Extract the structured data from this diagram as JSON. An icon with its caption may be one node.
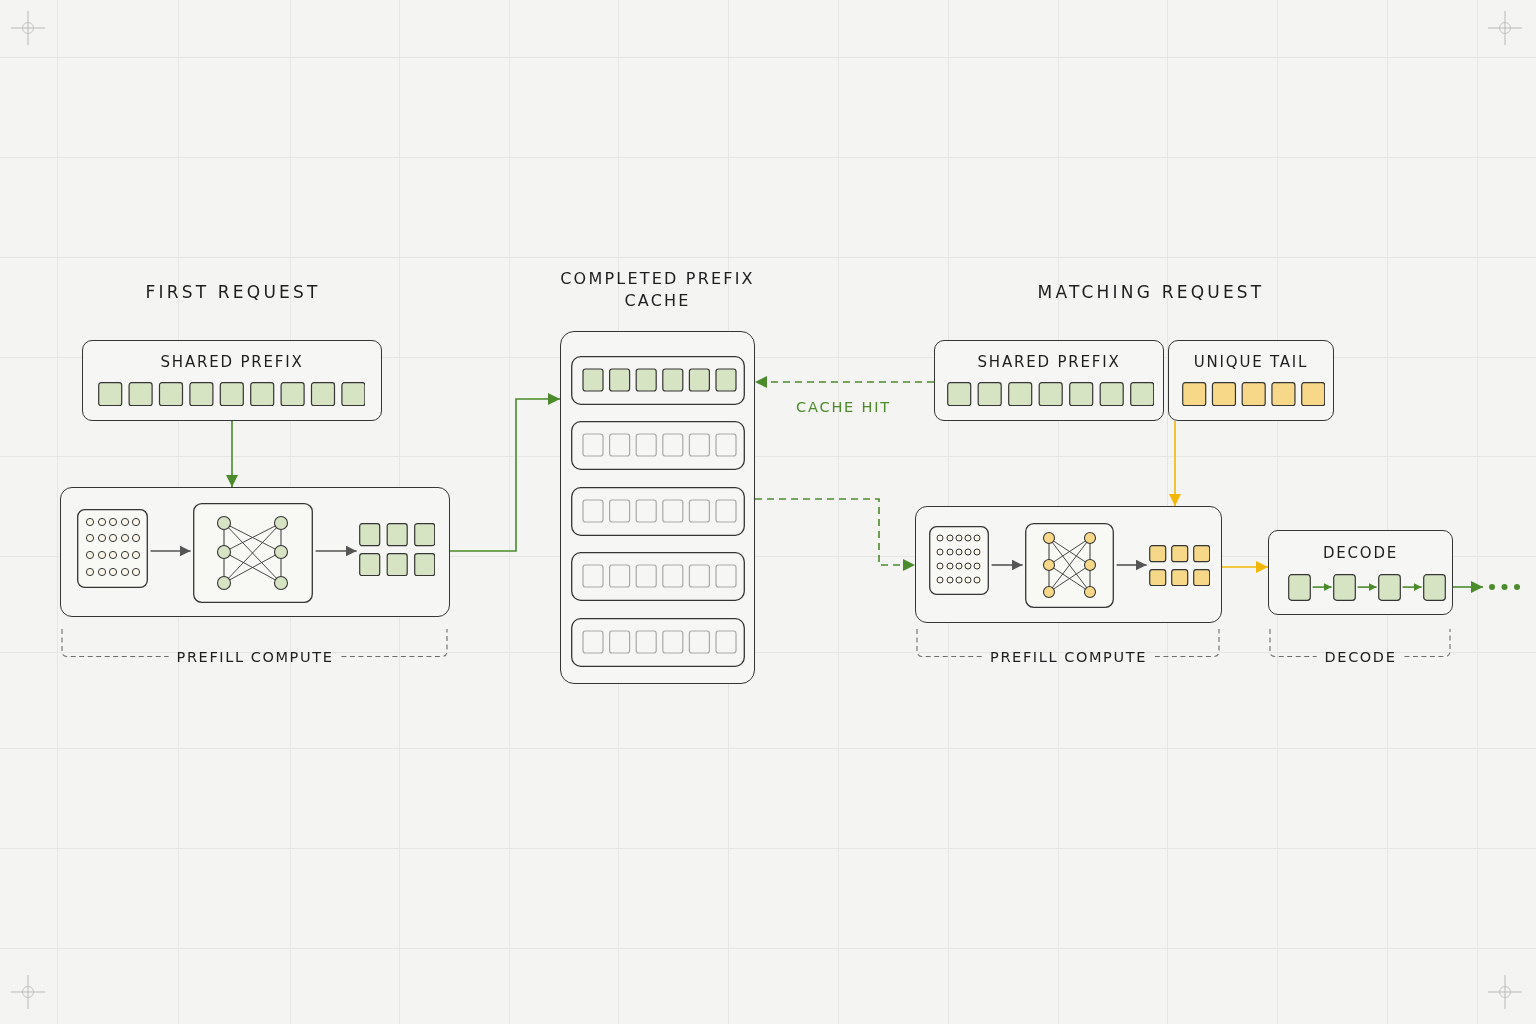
{
  "diagram": {
    "nodes": [
      {
        "text": [
          "SHARED PREFIX"
        ]
      },
      {
        "text": [],
        "shape": "box",
        "beside": [
          "PREFILL COMPUTE"
        ]
      },
      {
        "text": [],
        "shape": "box",
        "in": 1
      },
      {
        "text": [],
        "shape": "box",
        "in": 1
      },
      {
        "text": [],
        "shape": "box",
        "in": 1
      },
      {
        "text": [
          "COMPLETED PREFIX CACHE"
        ]
      },
      {
        "text": [],
        "shape": "box",
        "in": 5
      },
      {
        "text": [],
        "shape": "box",
        "in": 5
      },
      {
        "text": [],
        "shape": "box",
        "in": 5
      },
      {
        "text": [],
        "shape": "box",
        "in": 5
      },
      {
        "text": [],
        "shape": "box",
        "in": 5
      },
      {
        "text": [
          "SHARED PREFIX"
        ]
      },
      {
        "text": [
          "UNIQUE TAIL"
        ]
      },
      {
        "text": [],
        "shape": "box",
        "beside": [
          "PREFILL COMPUTE"
        ]
      },
      {
        "text": [],
        "shape": "box",
        "in": 13
      },
      {
        "text": [],
        "shape": "box",
        "in": 13
      },
      {
        "text": [],
        "shape": "box",
        "in": 13
      },
      {
        "text": [
          "DECODE"
        ],
        "beside": [
          "DECODE"
        ]
      },
      {
        "text": [],
        "shape": "box",
        "in": 17
      },
      {
        "text": [],
        "shape": "box",
        "in": 17
      },
      {
        "text": [],
        "shape": "box",
        "in": 17
      },
      {
        "text": [],
        "shape": "box",
        "in": 17
      }
    ],
    "edges": [
      {
        "from": 0,
        "to": 1,
        "arrow": "to"
      },
      {
        "from": 1,
        "to": 5,
        "arrow": "to"
      },
      {
        "from": 2,
        "to": 3,
        "arrow": "to",
        "color": "#555555"
      },
      {
        "from": 3,
        "to": 4,
        "arrow": "to",
        "color": "#555555"
      },
      {
        "from": 11,
        "to": 5,
        "arrow": "to",
        "label": "CACHE HIT",
        "style": "dashed"
      },
      {
        "from": 5,
        "to": 13,
        "arrow": "to",
        "style": "dashed"
      },
      {
        "from": 12,
        "to": 13,
        "arrow": "to",
        "color": "#f2b705"
      },
      {
        "from": 14,
        "to": 15,
        "arrow": "to",
        "color": "#555555"
      },
      {
        "from": 15,
        "to": 16,
        "arrow": "to",
        "color": "#555555"
      },
      {
        "from": 13,
        "to": 17,
        "arrow": "to",
        "color": "#f2b705"
      },
      {
        "from": 18,
        "to": 19,
        "arrow": "to"
      },
      {
        "from": 19,
        "to": 20,
        "arrow": "to"
      },
      {
        "from": 20,
        "to": 21,
        "arrow": "to"
      },
      {
        "from": 17,
        "to": null,
        "arrow": "to"
      }
    ],
    "labels": [
      "FIRST REQUEST",
      "MATCHING REQUEST"
    ]
  }
}
